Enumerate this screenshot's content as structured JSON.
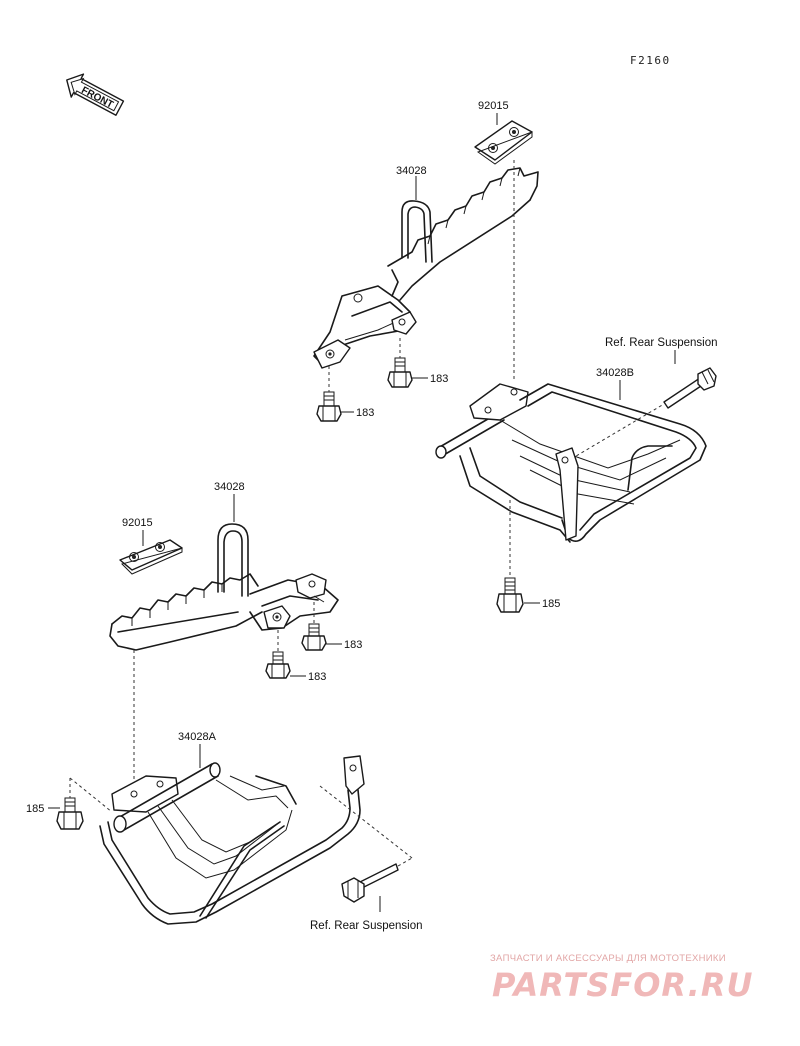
{
  "diagram_code": "F2160",
  "front_label": "FRONT",
  "labels": {
    "p92015_top": "92015",
    "p34028_top": "34028",
    "p183_a": "183",
    "p183_b": "183",
    "ref_top": "Ref. Rear Suspension",
    "p34028B": "34028B",
    "p185_right": "185",
    "p34028_left": "34028",
    "p92015_left": "92015",
    "p183_c": "183",
    "p183_d": "183",
    "p34028A": "34028A",
    "p185_left": "185",
    "ref_bottom": "Ref. Rear Suspension"
  },
  "watermark": {
    "tagline": "ЗАПЧАСТИ И АКСЕССУАРЫ ДЛЯ МОТОТЕХНИКИ",
    "logo": "PARTSFOR.RU"
  }
}
